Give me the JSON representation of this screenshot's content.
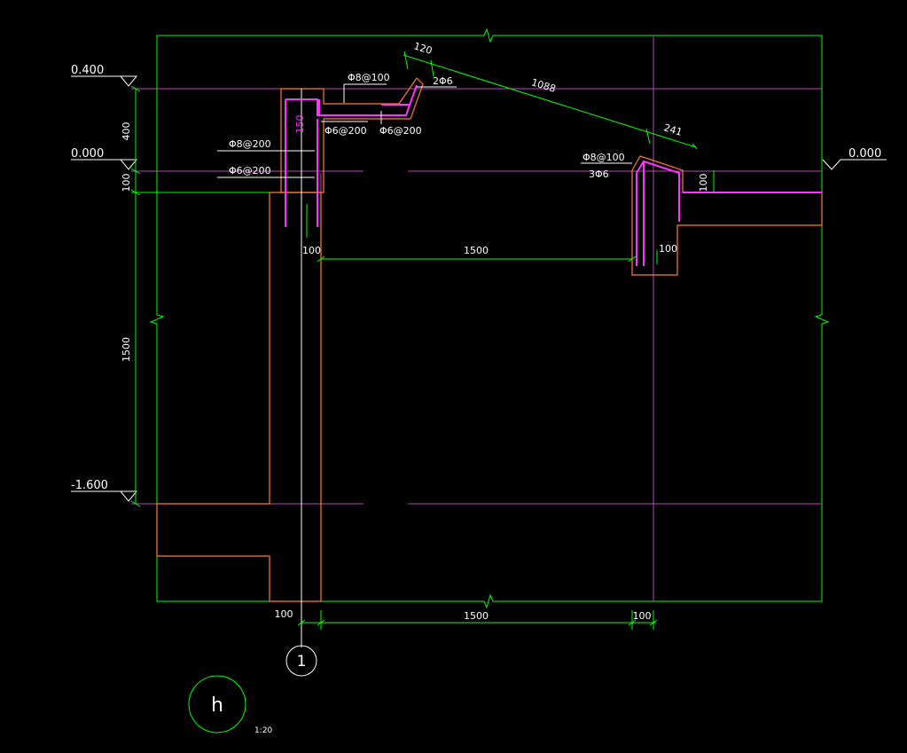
{
  "drawing": {
    "levels": {
      "top": "0.400",
      "zero_left": "0.000",
      "zero_right": "0.000",
      "bottom": "-1.600"
    },
    "vertical_dims": {
      "d400": "400",
      "d100": "100",
      "d1500": "1500"
    },
    "parapet_labels": {
      "top_rebar": "Φ8@100",
      "bars_2": "2Φ6",
      "stirrup_1": "Φ6@200",
      "stirrup_2": "Φ6@200",
      "side_1": "Φ8@200",
      "side_2": "Φ6@200",
      "height_150": "150",
      "wall_dim": "100"
    },
    "slope_dims": {
      "d120": "120",
      "d1088": "1088",
      "d241": "241"
    },
    "beam_labels": {
      "rebar": "Φ8@100",
      "bars_3": "3Φ6",
      "h100": "100",
      "w100": "100"
    },
    "span_dim": "1500",
    "bottom_dims": {
      "left100": "100",
      "span1500": "1500",
      "right100": "100"
    },
    "axis_label": "1",
    "section_label": "h",
    "scale": "1:20"
  }
}
